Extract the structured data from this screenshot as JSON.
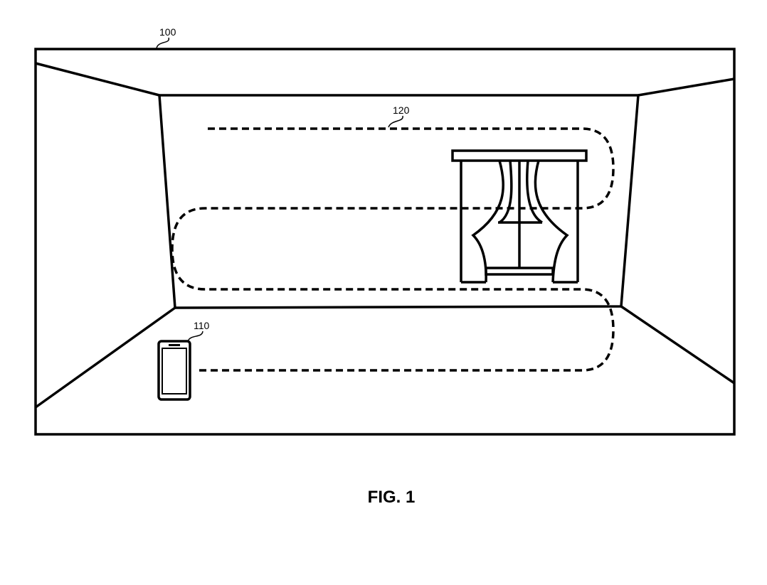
{
  "labels": {
    "room": "100",
    "device": "110",
    "path": "120"
  },
  "caption": "FIG. 1",
  "colors": {
    "line": "#000000",
    "background": "#ffffff"
  },
  "icons": {
    "device": "smartphone-icon",
    "window": "window-with-curtains-icon"
  }
}
